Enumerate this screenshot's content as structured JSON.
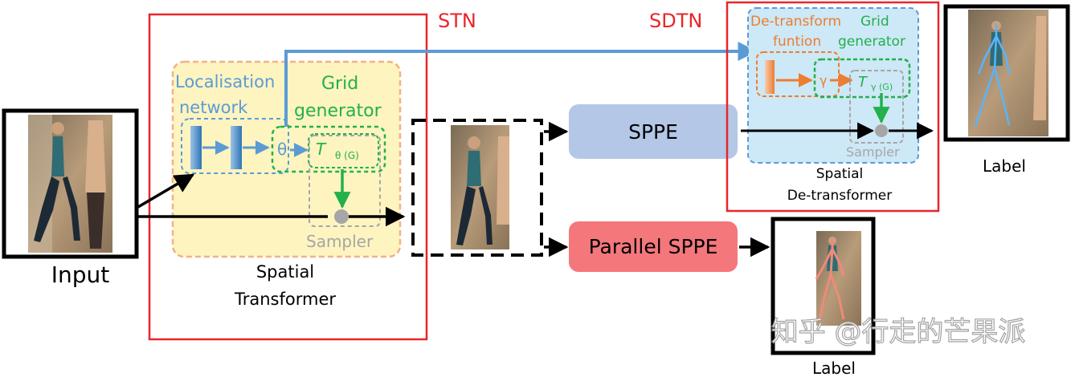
{
  "diagram": {
    "input_label": "Input",
    "stn_label": "STN",
    "sdtn_label": "SDTN",
    "localisation_network": [
      "Localisation",
      "network"
    ],
    "grid_generator": [
      "Grid",
      "generator"
    ],
    "theta_symbol": "θ",
    "t_theta": "T",
    "t_theta_sub": "θ (G)",
    "sampler_label": "Sampler",
    "spatial_transformer": [
      "Spatial",
      "Transformer"
    ],
    "sppe_label": "SPPE",
    "parallel_sppe_label": "Parallel SPPE",
    "detransform_function": [
      "De-transform",
      "funtion"
    ],
    "grid_generator_right": [
      "Grid",
      "generator"
    ],
    "gamma_symbol": "γ",
    "t_gamma": "T",
    "t_gamma_sub": "γ (G)",
    "sampler_label_right": "Sampler",
    "spatial_detransformer": [
      "Spatial",
      "De-transformer"
    ],
    "label_top": "Label",
    "label_bottom": "Label",
    "watermark": "知乎 @行走的芒果派"
  },
  "colors": {
    "stn_red": "#e8262a",
    "yellow_fill": "#fdf4c0",
    "orange_dash": "#f4b183",
    "blue_dash": "#5b9bd5",
    "blue_text": "#5b9bd5",
    "green": "#22b14c",
    "gray_dash": "#a6a6a6",
    "sppe_fill": "#b4c7e7",
    "parallel_fill": "#f4777c",
    "sdtn_fill": "#cde8f6",
    "orange": "#ed7d31"
  }
}
